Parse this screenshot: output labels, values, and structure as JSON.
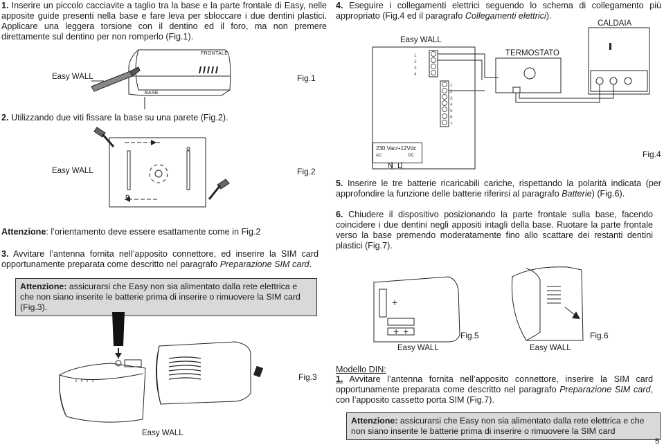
{
  "left": {
    "step1": {
      "num": "1.",
      "text": "Inserire un piccolo cacciavite a taglio tra la base e la parte frontale di Easy, nelle apposite guide presenti nella base e fare leva per sbloccare i due dentini plastici. Applicare una leggera torsione con il dentino ed il foro, ma non premere direttamente sul dentino per non romperlo (Fig.1)."
    },
    "fig1": {
      "device": "Easy WALL",
      "front": "FRONTALE",
      "base": "BASE",
      "label": "Fig.1"
    },
    "step2": {
      "num": "2.",
      "text": "Utilizzando due viti fissare la base su una parete (Fig.2)."
    },
    "fig2": {
      "device": "Easy WALL",
      "label": "Fig.2"
    },
    "warning_orient": {
      "bold": "Attenzione",
      "text": ": l’orientamento deve essere esattamente come in Fig.2"
    },
    "step3": {
      "num": "3.",
      "text": "Avvitare l’antenna fornita nell’apposito connettore, ed inserire la SIM card opportunamente preparata come descritto nel paragrafo ",
      "italic": "Preparazione SIM card",
      "end": "."
    },
    "warning_power": {
      "bold": "Attenzione:",
      "text": " assicurarsi che Easy non sia alimentato dalla rete elettrica e che non siano inserite le batterie prima di inserire o rimuovere la SIM card (Fig.3)."
    },
    "fig3": {
      "device": "Easy WALL",
      "label": "Fig.3"
    }
  },
  "right": {
    "step4": {
      "num": "4.",
      "text": "Eseguire i collegamenti elettrici seguendo lo schema di collegamento più appropriato (Fig.4",
      "mid": " ed il paragrafo ",
      "italic": "Collegamenti elettrici",
      "end": ")."
    },
    "fig4": {
      "device": "Easy WALL",
      "boiler": "CALDAIA",
      "thermostat": "TERMOSTATO",
      "terminals_a": [
        "1",
        "2",
        "3",
        "4"
      ],
      "terminals_b": [
        "1",
        "2",
        "3",
        "4",
        "5",
        "6",
        "7"
      ],
      "supply_v": "230 Vac",
      "supply_dc": "/+12Vdc",
      "ac": "AC",
      "dc": "DC",
      "n": "N",
      "l": "L",
      "label": "Fig.4"
    },
    "step5": {
      "num": "5.",
      "text": "Inserire le tre batterie ricaricabili cariche, rispettando la polarità indicata (per approfondire la funzione delle batterie riferirsi al paragrafo ",
      "italic": "Batterie",
      "end": ") (Fig.6)."
    },
    "step6": {
      "num": "6.",
      "text": "Chiudere il dispositivo posizionando la parte frontale sulla base, facendo coincidere i due dentini negli appositi intagli della base. Ruotare la parte frontale verso la base premendo moderatamente fino allo scattare dei restanti dentini plastici (Fig.7)."
    },
    "fig5": {
      "device": "Easy WALL",
      "label": "Fig.5"
    },
    "fig6": {
      "device": "Easy WALL",
      "label": "Fig.6"
    },
    "din": {
      "heading": "Modello DIN:",
      "num": "1.",
      "text": "Avvitare l’antenna fornita nell’apposito connettore, inserire la SIM card opportunamente preparata come descritto nel paragrafo ",
      "italic": "Preparazione SIM card",
      "end": ", con l’apposito cassetto porta SIM (Fig.7)."
    },
    "warning_din": {
      "bold": "Attenzione:",
      "text": " assicurarsi che Easy non sia alimentato dalla rete elettrica e che non siano inserite le batterie prima di inserire o rimuovere la SIM card"
    }
  },
  "page_number": "5"
}
